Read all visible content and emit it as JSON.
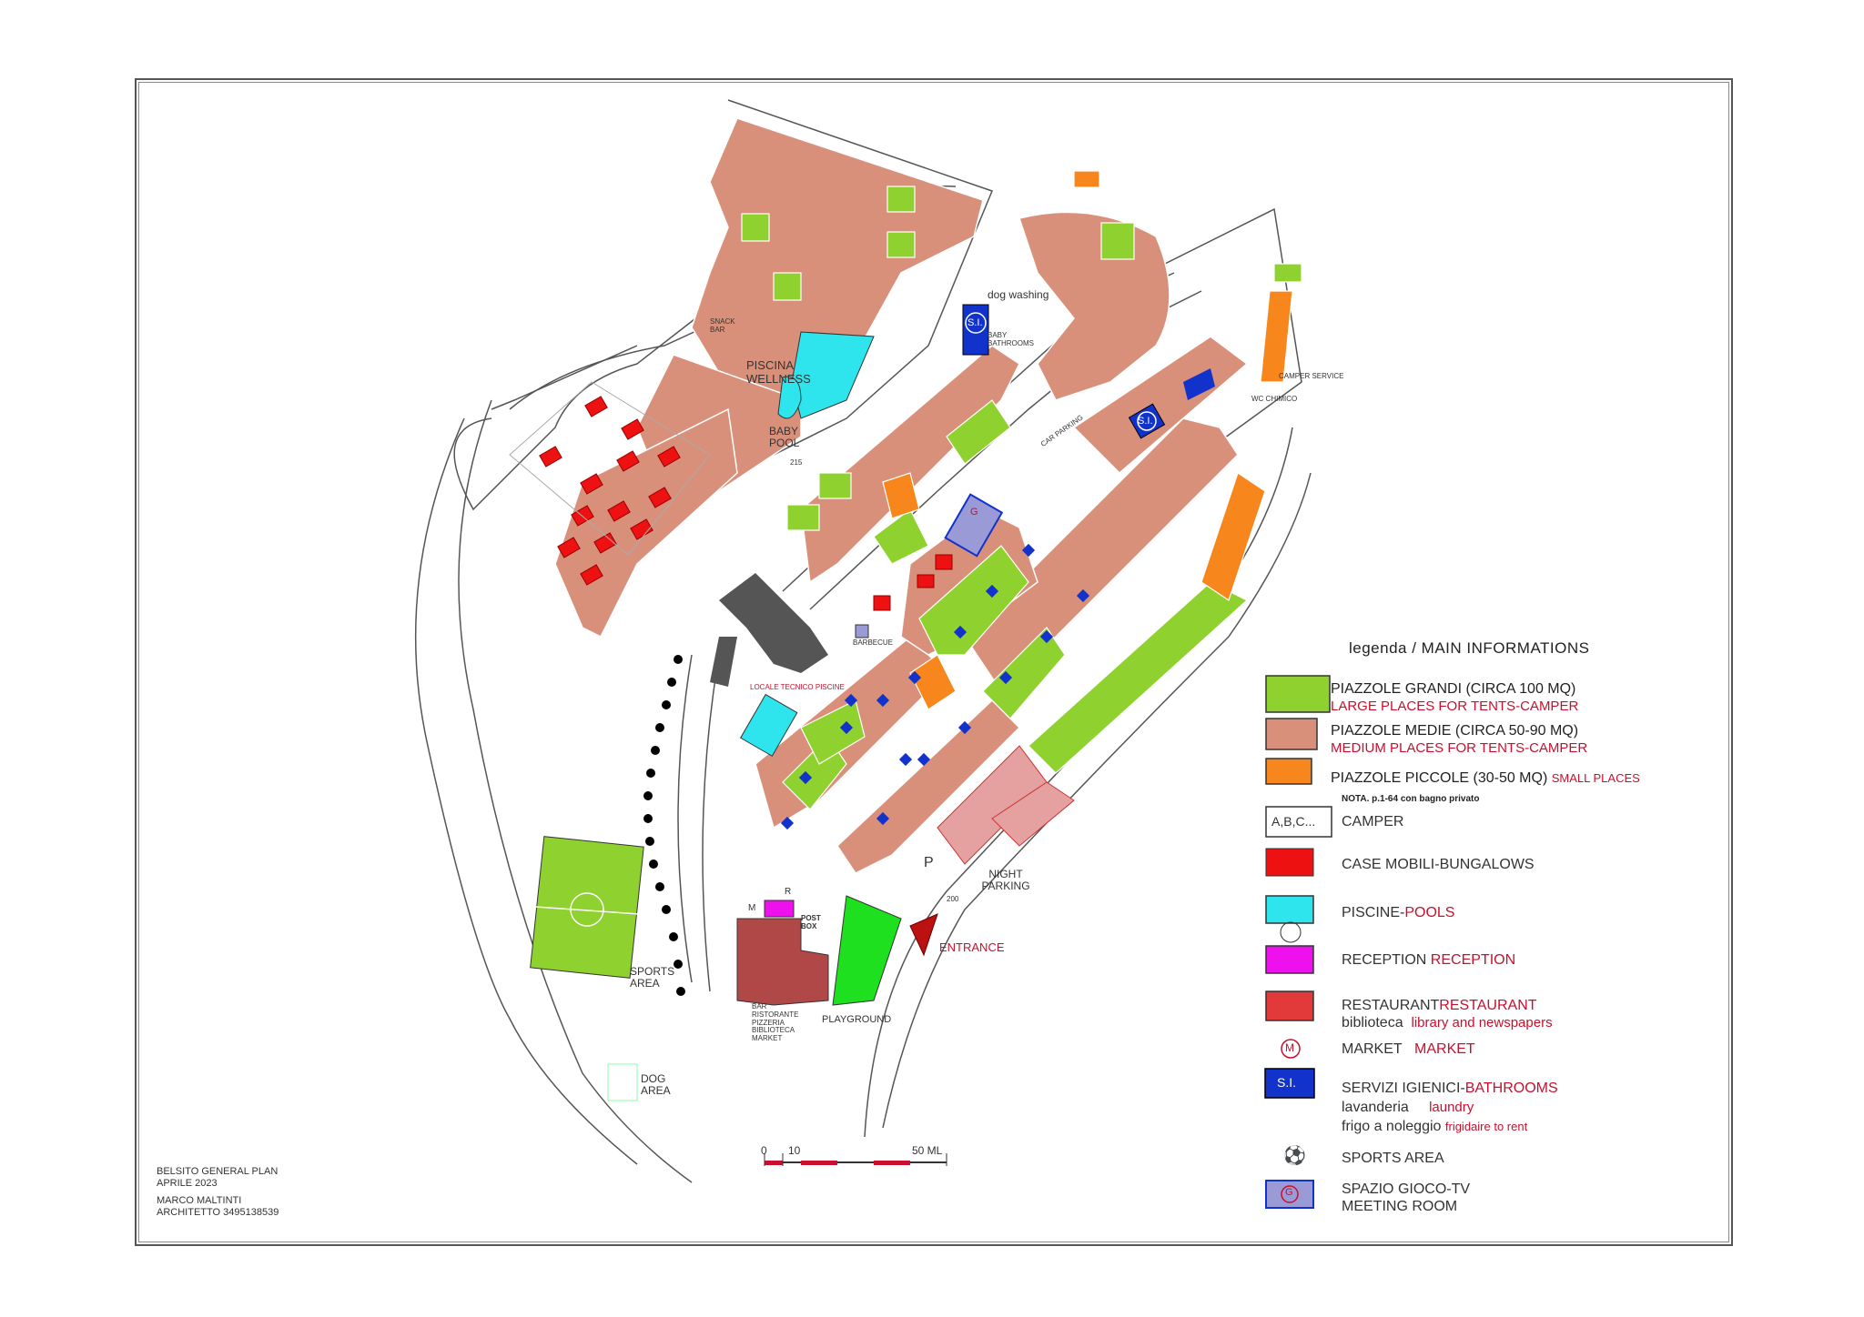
{
  "map": {
    "credits": {
      "title": "BELSITO GENERAL PLAN",
      "date": "APRILE 2023",
      "author": "MARCO MALTINTI",
      "role": "ARCHITETTO 3495138539"
    },
    "scale": {
      "zero": "0",
      "ten": "10",
      "fifty": "50 ML"
    },
    "labels": {
      "snack_bar": "SNACK BAR",
      "piscina": "PISCINA",
      "wellness": "WELLNESS",
      "baby_pool": "BABY POOL",
      "dog_washing": "dog washing",
      "baby_bathrooms": "BABY BATHROOMS",
      "si": "S.I.",
      "camper_service": "CAMPER SERVICE",
      "wc_chimico": "WC CHIMICO",
      "car_parking": "CAR PARKING",
      "barbecue": "BARBECUE",
      "locale_tecnico": "LOCALE TECNICO PISCINE",
      "night_parking": "NIGHT PARKING",
      "entrance": "ENTRANCE",
      "playground": "PLAYGROUND",
      "post_box": "POST BOX",
      "bar_list": "BAR RISTORANTE PIZZERIA BIBLIOTECA MARKET",
      "sports_area": "SPORTS AREA",
      "dog_area": "DOG AREA",
      "p": "P",
      "g": "G",
      "m": "M",
      "r": "R",
      "pt_215": "215",
      "pt_200": "200"
    },
    "colors": {
      "large": "#8fd12e",
      "medium": "#d9907a",
      "small": "#f7861c",
      "bungalow": "#ee1111",
      "pool": "#2ee5ee",
      "reception": "#ee11ee",
      "restaurant": "#b04848",
      "bathroom": "#1133cc",
      "meeting": "#9a9ad6"
    }
  },
  "legend": {
    "title": "legenda / MAIN INFORMATIONS",
    "items": [
      {
        "it": "PIAZZOLE GRANDI (CIRCA 100 MQ)",
        "en": "LARGE PLACES FOR TENTS-CAMPER"
      },
      {
        "it": "PIAZZOLE MEDIE (CIRCA 50-90 MQ)",
        "en": "MEDIUM PLACES FOR TENTS-CAMPER"
      },
      {
        "it": "PIAZZOLE PICCOLE (30-50 MQ)",
        "en": "SMALL PLACES"
      },
      {
        "it": "CAMPER",
        "swatch": "A,B,C..."
      },
      {
        "it": "CASE MOBILI-BUNGALOWS"
      },
      {
        "it": "PISCINE-",
        "en": "POOLS"
      },
      {
        "it": "RECEPTION",
        "en": "RECEPTION"
      },
      {
        "it": "RESTAURANT",
        "en": "RESTAURANT",
        "it2": "biblioteca",
        "en2": "library and newspapers"
      },
      {
        "it": "MARKET",
        "en": "MARKET",
        "swatch": "M"
      },
      {
        "it": "SERVIZI IGIENICI-",
        "en": "BATHROOMS",
        "it2": "lavanderia",
        "en2": "laundry",
        "it3": "frigo a noleggio",
        "en3": "frigidaire to rent",
        "swatch": "S.I."
      },
      {
        "it": "SPORTS AREA"
      },
      {
        "it": "SPAZIO GIOCO-TV",
        "it2": "MEETING ROOM",
        "swatch": "G"
      }
    ],
    "note": "NOTA. p.1-64 con bagno privato"
  }
}
